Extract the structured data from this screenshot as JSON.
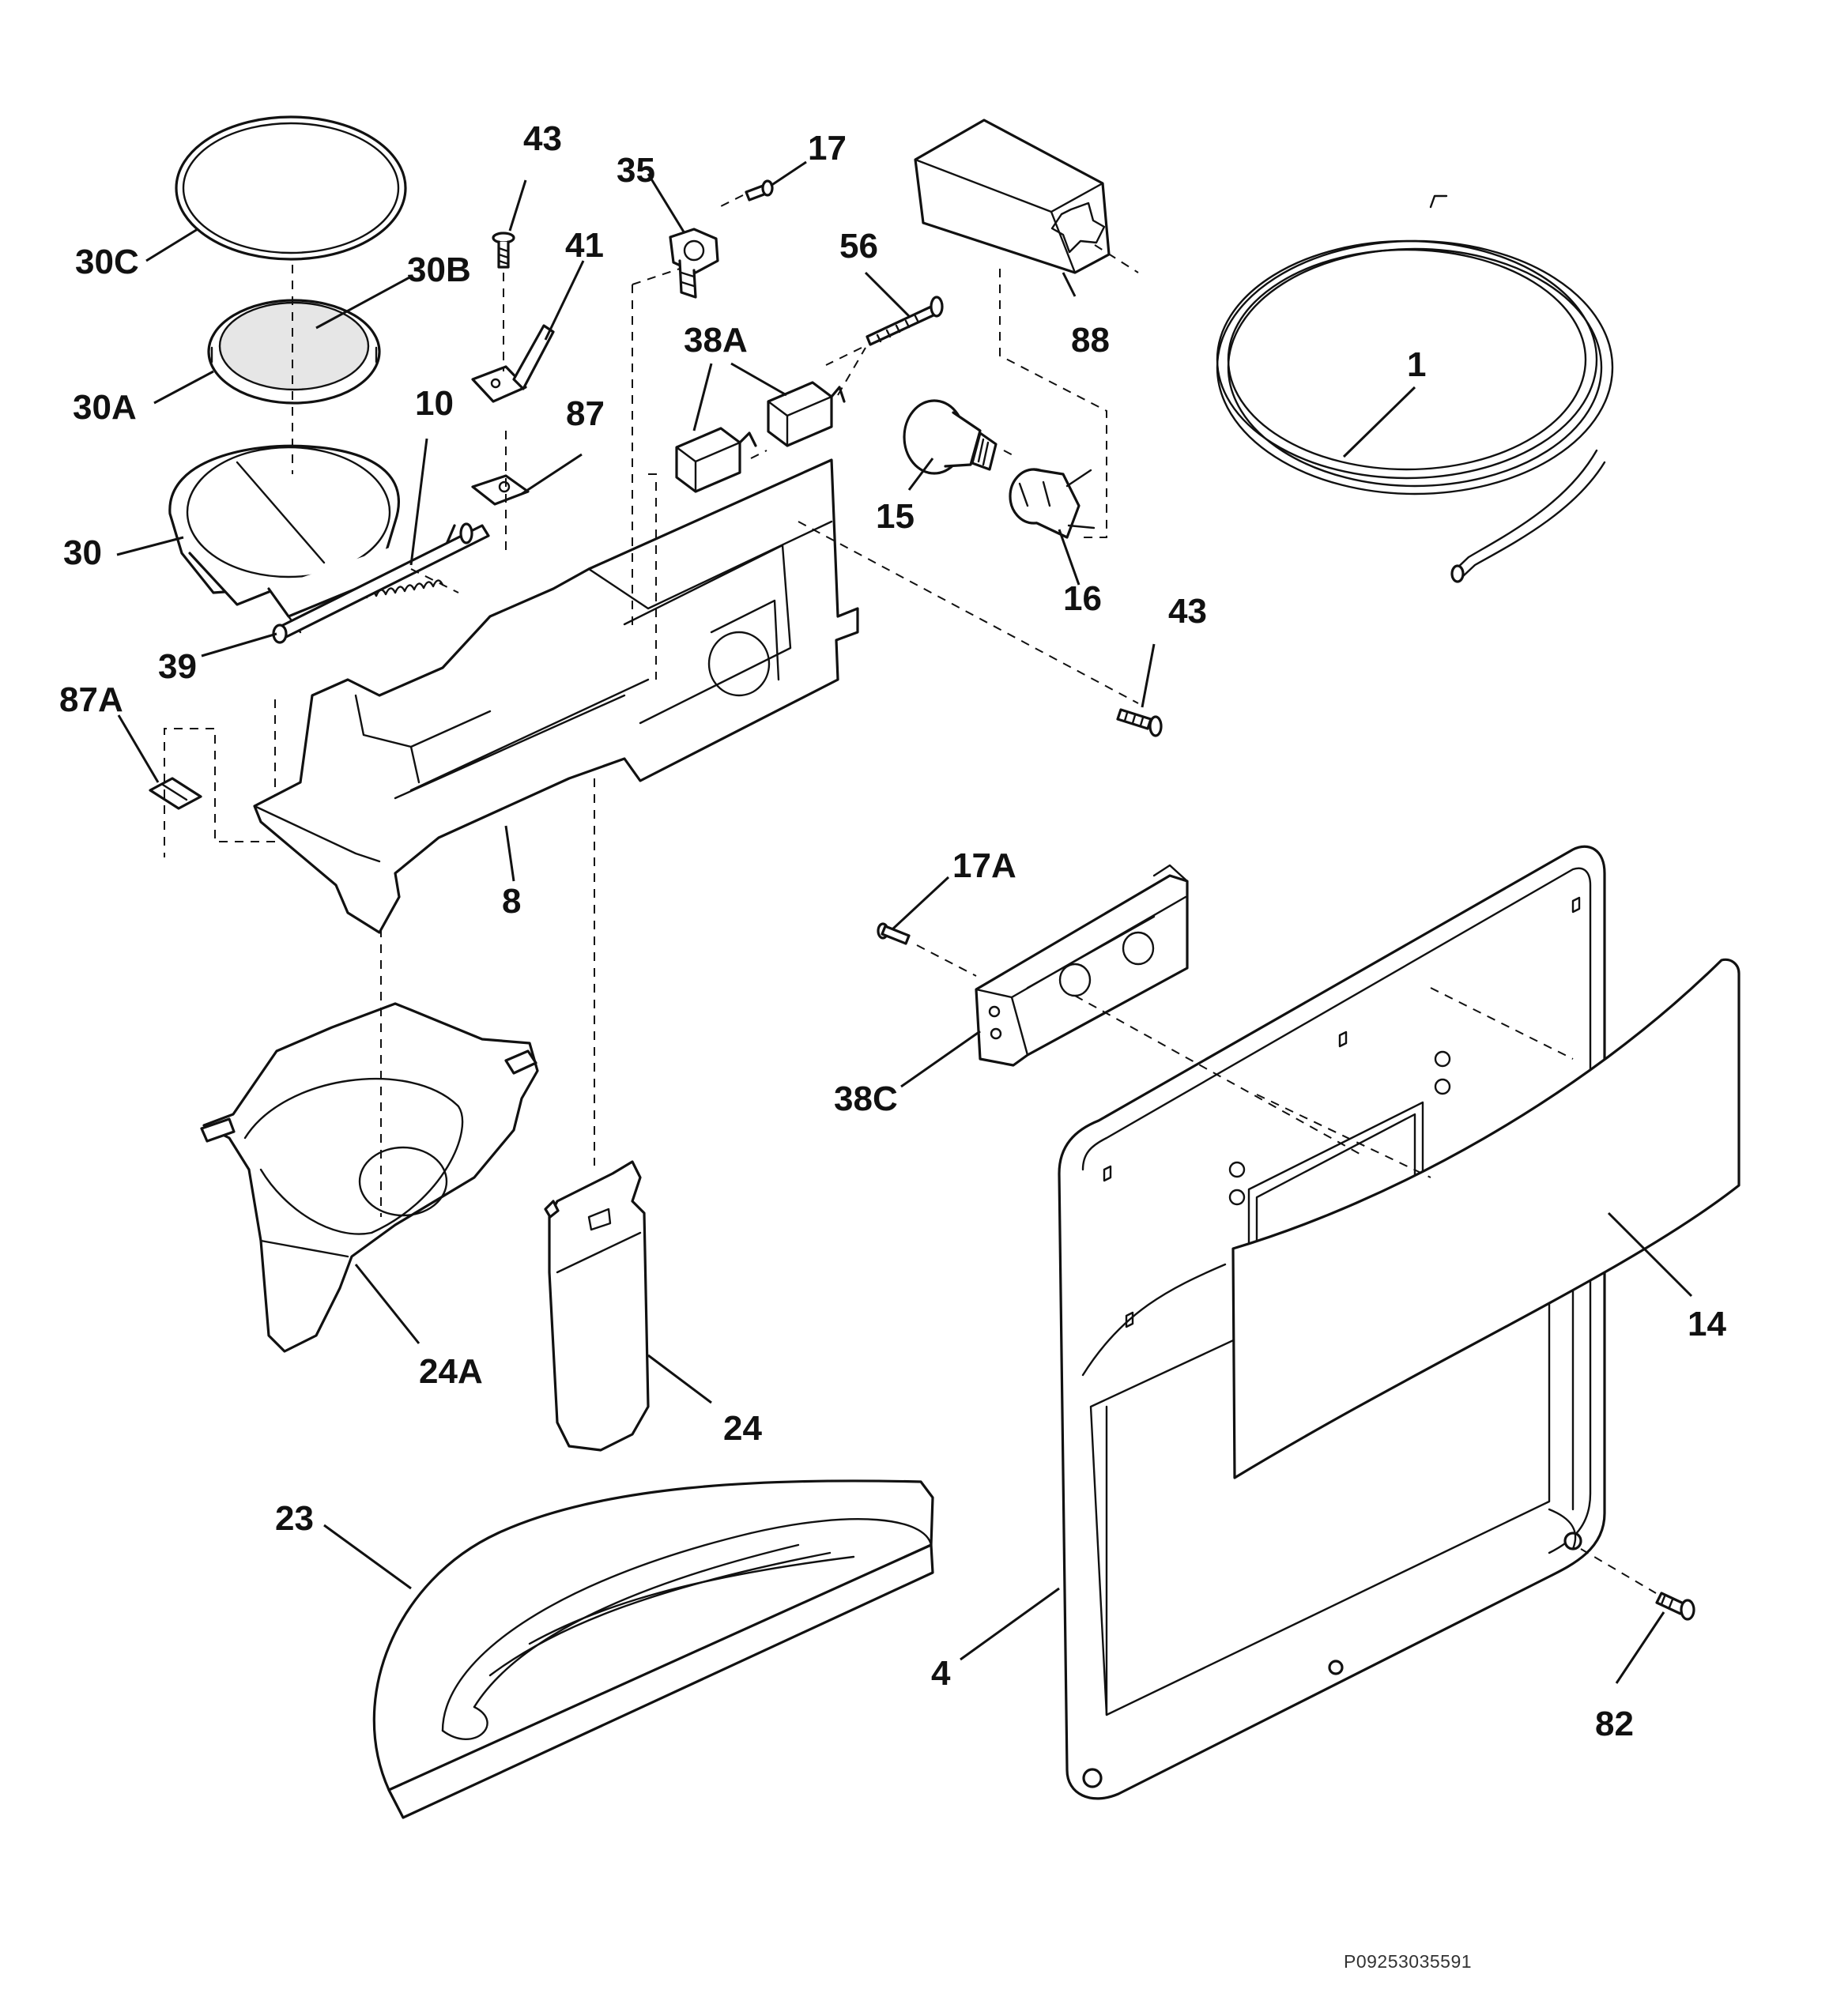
{
  "diagram_code": "P09253035591",
  "colors": {
    "line": "#111111",
    "background": "#ffffff",
    "lens_fill": "#e6e6e6"
  },
  "labels": {
    "l_43a": "43",
    "l_35": "35",
    "l_17": "17",
    "l_30c": "30C",
    "l_30b": "30B",
    "l_41": "41",
    "l_56": "56",
    "l_88": "88",
    "l_38a": "38A",
    "l_1": "1",
    "l_30a": "30A",
    "l_10": "10",
    "l_87": "87",
    "l_15": "15",
    "l_16": "16",
    "l_30": "30",
    "l_39": "39",
    "l_43b": "43",
    "l_87a": "87A",
    "l_8": "8",
    "l_17a": "17A",
    "l_38c": "38C",
    "l_14": "14",
    "l_24a": "24A",
    "l_24": "24",
    "l_23": "23",
    "l_4": "4",
    "l_82": "82"
  }
}
